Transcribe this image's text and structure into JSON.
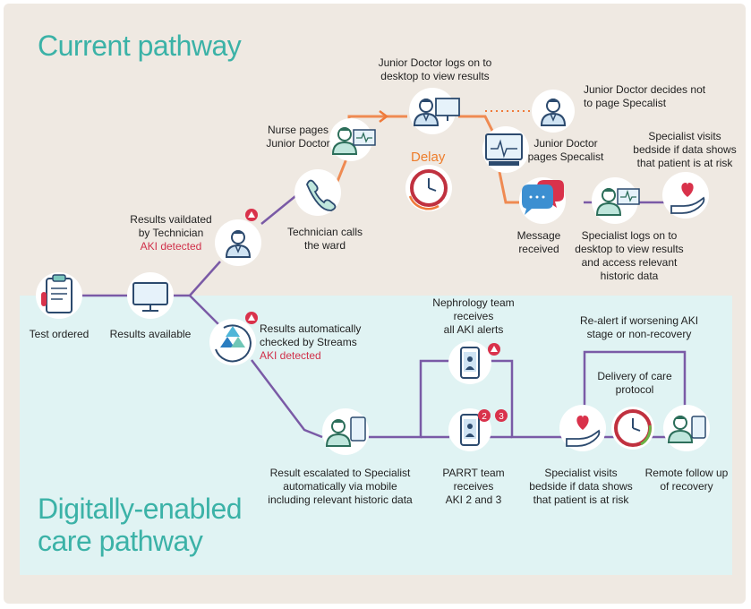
{
  "titles": {
    "current": "Current pathway",
    "digital": "Digitally-enabled care pathway"
  },
  "delay": "Delay",
  "shared": {
    "test_ordered": "Test ordered",
    "results_available": "Results available"
  },
  "current": {
    "validated_line1": "Results vaildated",
    "validated_line2": "by Technician",
    "validated_aki": "AKI detected",
    "technician_calls_line1": "Technician calls",
    "technician_calls_line2": "the ward",
    "nurse_pages_line1": "Nurse pages",
    "nurse_pages_line2": "Junior Doctor",
    "junior_logs_line1": "Junior Doctor logs on to",
    "junior_logs_line2": "desktop to view results",
    "junior_decides_line1": "Junior Doctor decides not",
    "junior_decides_line2": "to page Specalist",
    "junior_pages_line1": "Junior Doctor",
    "junior_pages_line2": "pages Specalist",
    "specialist_visits_line1": "Specialist visits",
    "specialist_visits_line2": "bedside if data shows",
    "specialist_visits_line3": "that patient is at risk",
    "message_line1": "Message",
    "message_line2": "received",
    "specialist_logs_line1": "Specialist logs on to",
    "specialist_logs_line2": "desktop to view results",
    "specialist_logs_line3": "and access relevant",
    "specialist_logs_line4": "historic data"
  },
  "digital": {
    "streams_line1": "Results automatically",
    "streams_line2": "checked by Streams",
    "streams_aki": "AKI detected",
    "escalated_line1": "Result escalated to Specialist",
    "escalated_line2": "automatically via mobile",
    "escalated_line3": "including relevant historic data",
    "nephrology_line1": "Nephrology team",
    "nephrology_line2": "receives",
    "nephrology_line3": "all AKI alerts",
    "parrt_line1": "PARRT team",
    "parrt_line2": "receives",
    "parrt_line3": "AKI 2 and 3",
    "badge_2": "2",
    "badge_3": "3",
    "realert_line1": "Re-alert if worsening AKI",
    "realert_line2": "stage or non-recovery",
    "delivery_line1": "Delivery of care",
    "delivery_line2": "protocol",
    "specialist_visits_line1": "Specialist visits",
    "specialist_visits_line2": "bedside if data shows",
    "specialist_visits_line3": "that patient is at risk",
    "remote_line1": "Remote follow up",
    "remote_line2": "of recovery"
  },
  "colors": {
    "purple": "#7a5aa6",
    "orange": "#ef7a3a",
    "teal": "#3bb2a7",
    "red": "#d0304a",
    "navy": "#2c4a6e"
  },
  "icons": [
    "clipboard-icon",
    "monitor-icon",
    "doctor-icon",
    "phone-icon",
    "nurse-icon",
    "desktop-icon",
    "clock-icon",
    "speech-bubble-icon",
    "hand-heart-icon",
    "streams-logo-icon",
    "mobile-icon",
    "warning-icon"
  ]
}
